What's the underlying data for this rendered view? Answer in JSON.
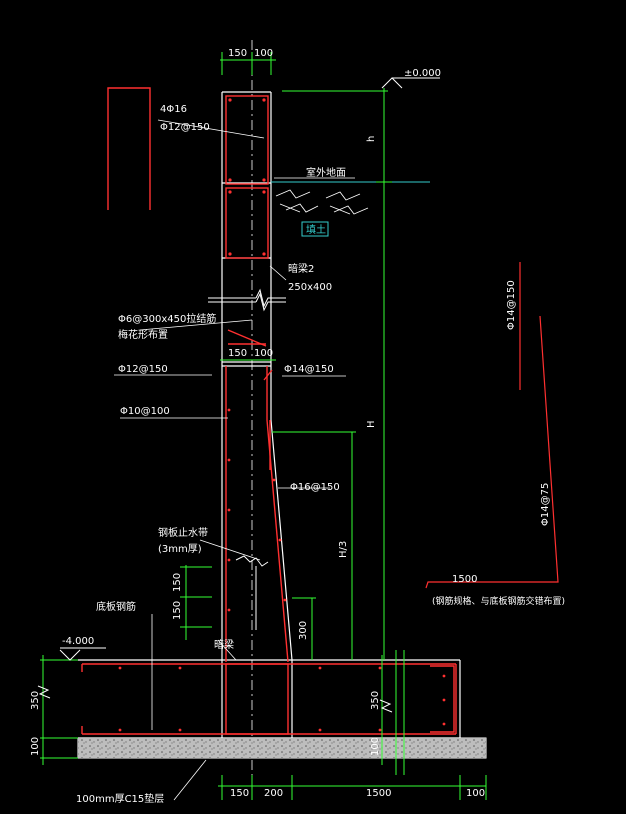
{
  "colors": {
    "background": "#000000",
    "structure": "#ffffff",
    "rebar": "#ff3030",
    "dimension": "#33ff33",
    "ground_line": "#33cccc",
    "label": "#ffffff",
    "concrete_fill": "#cfcfcf"
  },
  "labels": {
    "top_dim_left": "150",
    "top_dim_right": "100",
    "elevation_top": "±0.000",
    "rebar_top_1": "4Φ16",
    "rebar_top_2": "Φ12@150",
    "outdoor_ground": "室外地面",
    "backfill_soil": "填土",
    "dark_beam_1": "暗梁2",
    "dark_beam_2": "250x400",
    "tie_bar_1": "Φ6@300x450拉结筋",
    "tie_bar_2": "梅花形布置",
    "mid_dim_left": "150",
    "mid_dim_right": "100",
    "rebar_left_upper": "Φ12@150",
    "rebar_right_upper": "Φ14@150",
    "rebar_left_mid": "Φ10@100",
    "rebar_right_mid": "Φ16@150",
    "waterstop_1": "钢板止水带",
    "waterstop_2": "(3mm厚)",
    "dim_150_a": "150",
    "dim_150_b": "150",
    "dim_300": "300",
    "floor_rebar": "底板钢筋",
    "elevation_bottom": "-4.000",
    "hidden_beam": "暗梁",
    "dim_h": "h",
    "dim_H": "H",
    "dim_H3": "H/3",
    "side_rebar_1": "Φ14@150",
    "side_rebar_2": "Φ14@75",
    "side_dim_1500": "1500",
    "side_note": "(钢筋规格、与底板钢筋交错布置)",
    "dim_350_left": "350",
    "dim_100_left": "100",
    "dim_350_right": "350",
    "dim_100_right": "100",
    "bottom_dim_150": "150",
    "bottom_dim_200": "200",
    "bottom_dim_1500": "1500",
    "bottom_dim_100": "100",
    "cushion": "100mm厚C15垫层"
  }
}
